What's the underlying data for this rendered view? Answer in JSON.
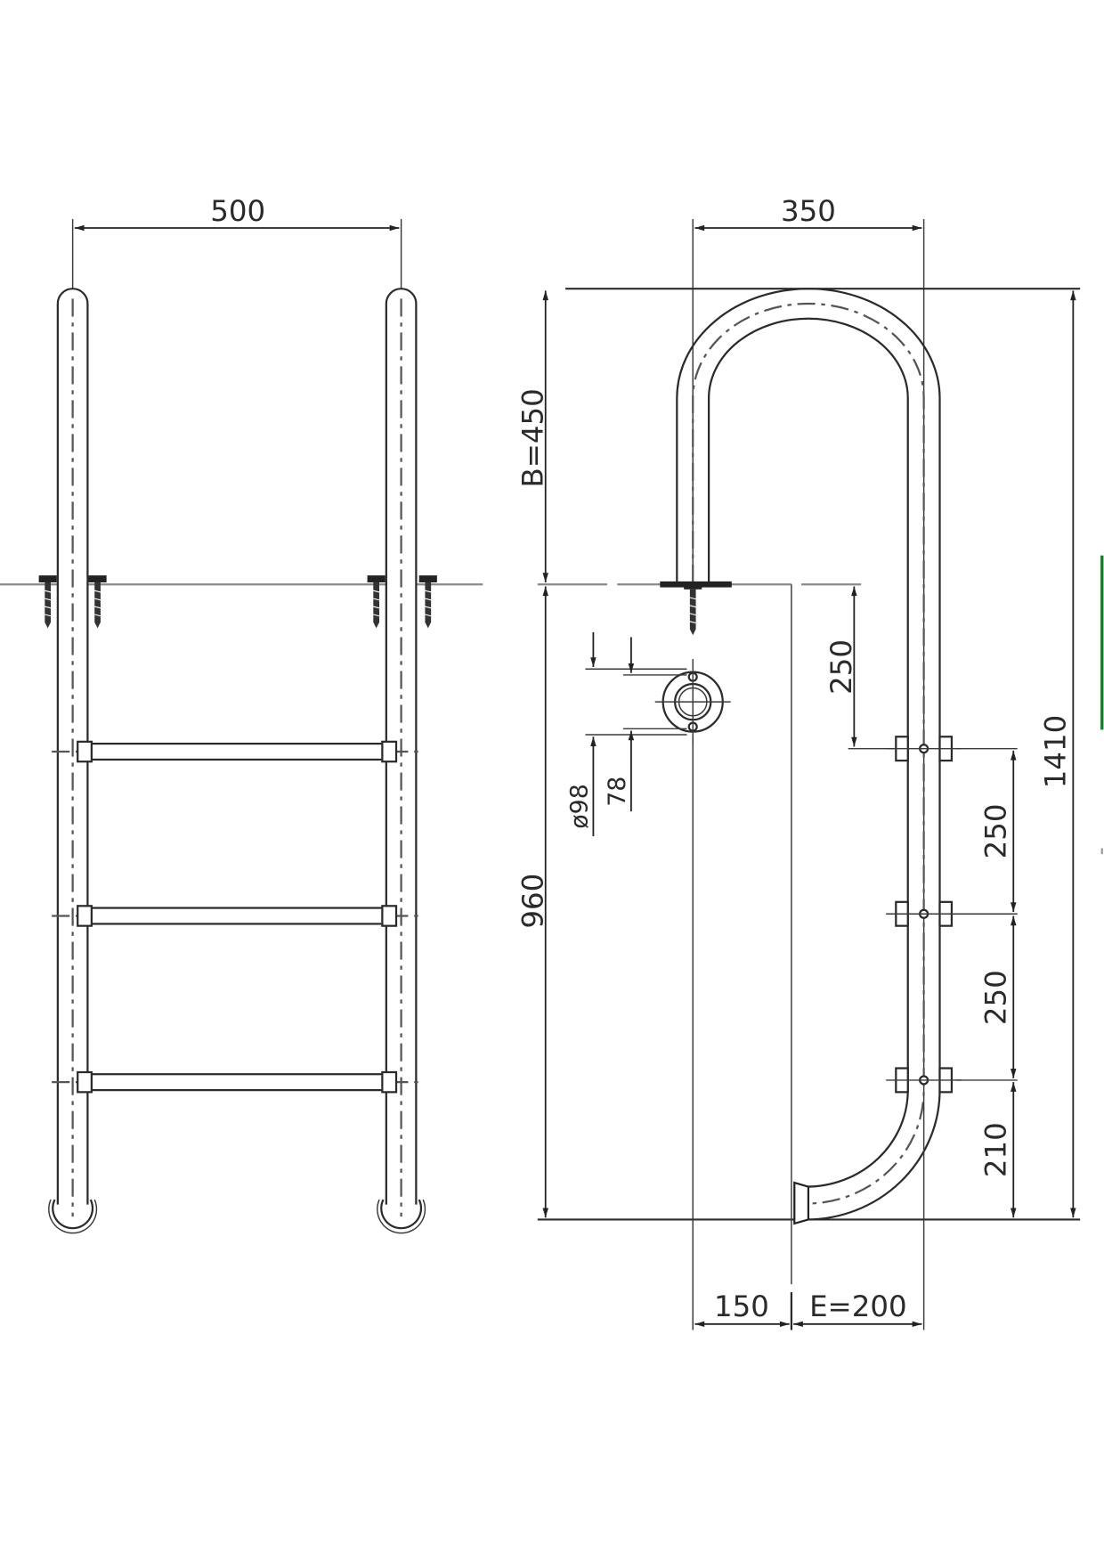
{
  "front_view": {
    "width_label": "500",
    "rung_count": 3
  },
  "side_view": {
    "depth_label": "350",
    "above_ground_label": "B=450",
    "below_ground_label": "960",
    "total_height_label": "1410",
    "first_step_label": "250",
    "step_spacing_1_label": "250",
    "step_spacing_2_label": "250",
    "bottom_label": "210",
    "offset_label": "150",
    "wall_distance_label": "E=200",
    "flange_diameter_label": "ø98",
    "bolt_spacing_label": "78"
  },
  "colors": {
    "line": "#2b2b2b",
    "ground": "#8a8a8a",
    "accent_edge": "#1a7a2a"
  }
}
